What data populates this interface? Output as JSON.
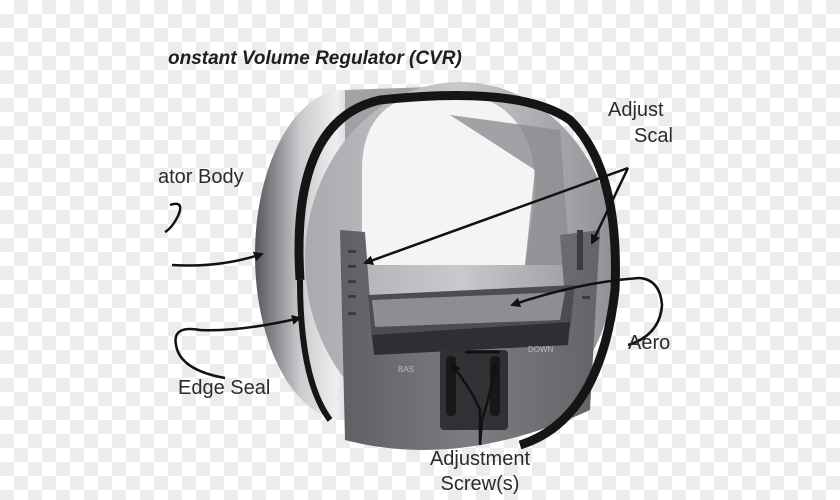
{
  "title": "onstant Volume Regulator (CVR)",
  "labels": {
    "regulator_body": "ator Body",
    "adjust_line1": "Adjust",
    "adjust_line2": "Scal",
    "edge_seal": "Edge Seal",
    "aero": "Aero",
    "adjustment_line1": "Adjustment",
    "adjustment_line2": "Screw(s)"
  },
  "plate_text": {
    "left": "BAS",
    "right": "DOWN"
  },
  "colors": {
    "ring_outer": "#8e9094",
    "ring_highlight": "#e7e8ea",
    "damper": "#6e7074",
    "damper_dark": "#3f4144",
    "seal": "#151515",
    "text": "#2b2b2b"
  }
}
